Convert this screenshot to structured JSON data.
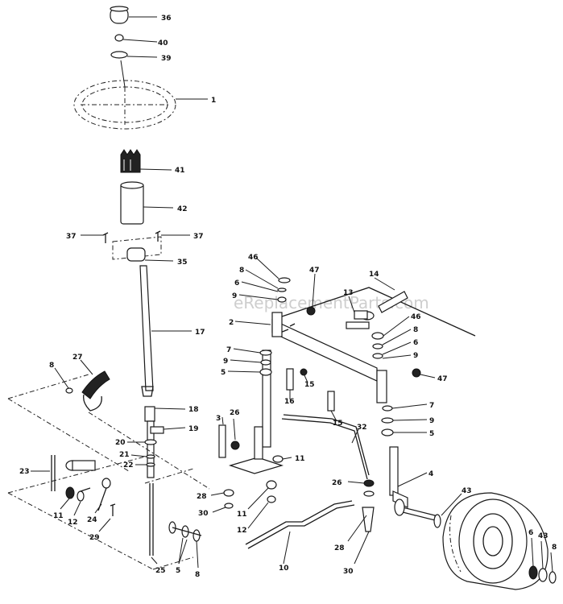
{
  "watermark": "eReplacementParts.com",
  "labels": {
    "l36": "36",
    "l40": "40",
    "l39": "39",
    "l1": "1",
    "l41": "41",
    "l42": "42",
    "l37a": "37",
    "l37b": "37",
    "l35": "35",
    "l17": "17",
    "l8a": "8",
    "l27": "27",
    "l18": "18",
    "l19": "19",
    "l20": "20",
    "l21": "21",
    "l22": "22",
    "l23": "23",
    "l11a": "11",
    "l12a": "12",
    "l24": "24",
    "l29": "29",
    "l25": "25",
    "l5a": "5",
    "l8b": "8",
    "l46a": "46",
    "l8c": "8",
    "l6a": "6",
    "l9a": "9",
    "l2": "2",
    "l7a": "7",
    "l9b": "9",
    "l5b": "5",
    "l47a": "47",
    "l13": "13",
    "l14": "14",
    "l16": "16",
    "l15a": "15",
    "l15b": "15",
    "l46b": "46",
    "l8d": "8",
    "l6b": "6",
    "l9c": "9",
    "l47b": "47",
    "l3": "3",
    "l26a": "26",
    "l11b": "11",
    "l28a": "28",
    "l30a": "30",
    "l11c": "11",
    "l12b": "12",
    "l10": "10",
    "l32": "32",
    "l7b": "7",
    "l9d": "9",
    "l5c": "5",
    "l4": "4",
    "l26b": "26",
    "l28b": "28",
    "l30b": "30",
    "l43a": "43",
    "l6c": "6",
    "l43b": "43",
    "l8e": "8"
  }
}
